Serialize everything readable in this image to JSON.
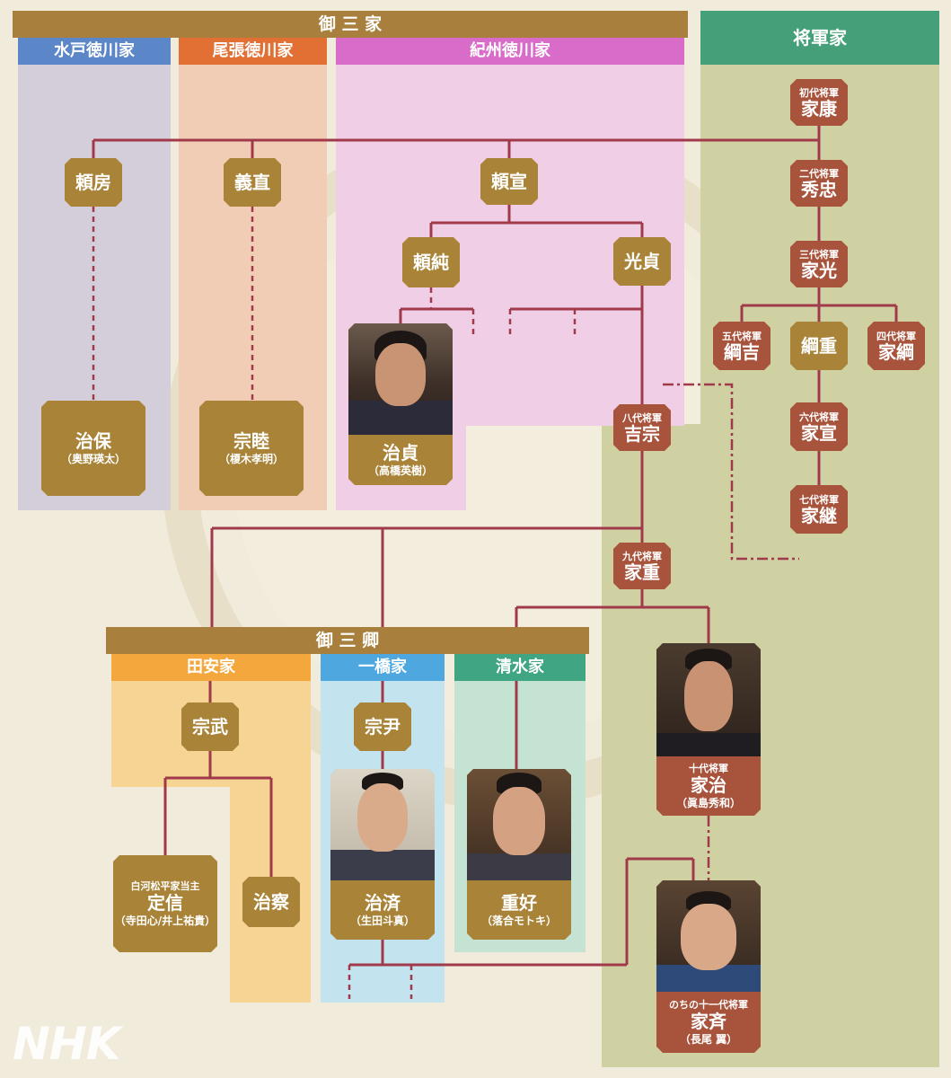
{
  "colors": {
    "background": "#f1ebdb",
    "line": "#a0394a",
    "gold_box": "#a98337",
    "red_box": "#a8533c",
    "gosanke_bar": "#a87f3c",
    "shogun_bar": "#45a07a",
    "mito_bar": "#5b87c8",
    "owari_bar": "#e26f34",
    "kishu_bar": "#d86cc8",
    "tayasu_bar": "#f4a73c",
    "hitotsubashi_bar": "#4ea8df",
    "shimizu_bar": "#3fa582"
  },
  "headers": {
    "gosanke": "御 三 家",
    "shogunke": "将軍家",
    "mito": "水戸徳川家",
    "owari": "尾張徳川家",
    "kishu": "紀州徳川家",
    "gosankyo": "御 三 卿",
    "tayasu": "田安家",
    "hitotsubashi": "一橋家",
    "shimizu": "清水家"
  },
  "shoguns": {
    "ieyasu": {
      "rank": "初代将軍",
      "name": "家康"
    },
    "hidetada": {
      "rank": "二代将軍",
      "name": "秀忠"
    },
    "iemitsu": {
      "rank": "三代将軍",
      "name": "家光"
    },
    "tsunayoshi": {
      "rank": "五代将軍",
      "name": "綱吉"
    },
    "tsunashige": {
      "name": "綱重"
    },
    "ietsuna": {
      "rank": "四代将軍",
      "name": "家綱"
    },
    "ienobu": {
      "rank": "六代将軍",
      "name": "家宣"
    },
    "ietsugu": {
      "rank": "七代将軍",
      "name": "家継"
    },
    "yoshimune": {
      "rank": "八代将軍",
      "name": "吉宗"
    },
    "ieshige": {
      "rank": "九代将軍",
      "name": "家重"
    }
  },
  "people": {
    "yorifusa": "頼房",
    "yoshinao": "義直",
    "yorinobu": "頼宣",
    "yorizumi": "頼純",
    "mitsusada": "光貞",
    "harumori": {
      "name": "治保",
      "actor": "（奥野瑛太）"
    },
    "munechika": {
      "name": "宗睦",
      "actor": "（榎木孝明）"
    },
    "harusada": {
      "name": "治貞",
      "actor": "（高橋英樹）"
    },
    "munetake": "宗武",
    "munetada": "宗尹",
    "sadanobu": {
      "title": "白河松平家当主",
      "name": "定信",
      "actor": "（寺田心/井上祐貴）"
    },
    "harumasa": "治察",
    "harusada2": {
      "name": "治済",
      "actor": "（生田斗真）"
    },
    "shigeyoshi": {
      "name": "重好",
      "actor": "（落合モトキ）"
    },
    "ieharu": {
      "rank": "十代将軍",
      "name": "家治",
      "actor": "（眞島秀和）"
    },
    "ienari": {
      "rank": "のちの十一代将軍",
      "name": "家斉",
      "actor": "（長尾 翼）"
    }
  },
  "watermark": "NHK"
}
